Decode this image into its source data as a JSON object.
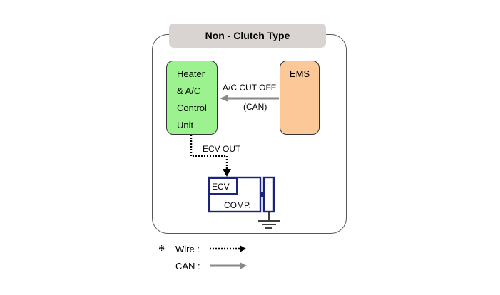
{
  "title": "Non - Clutch Type",
  "hvac_unit": {
    "lines": [
      "Heater",
      "& A/C",
      "Control",
      "Unit"
    ],
    "color": "#9cf28f"
  },
  "ems": {
    "label": "EMS",
    "color": "#fcc898"
  },
  "can_signal": {
    "label": "A/C CUT OFF",
    "sublabel": "(CAN)"
  },
  "wire_signal": {
    "label": "ECV OUT"
  },
  "ecv": {
    "label": "ECV"
  },
  "compressor": {
    "label": "COMP.",
    "color": "#1a237e"
  },
  "legend": {
    "marker": "※",
    "wire_label": "Wire :",
    "can_label": "CAN :"
  }
}
